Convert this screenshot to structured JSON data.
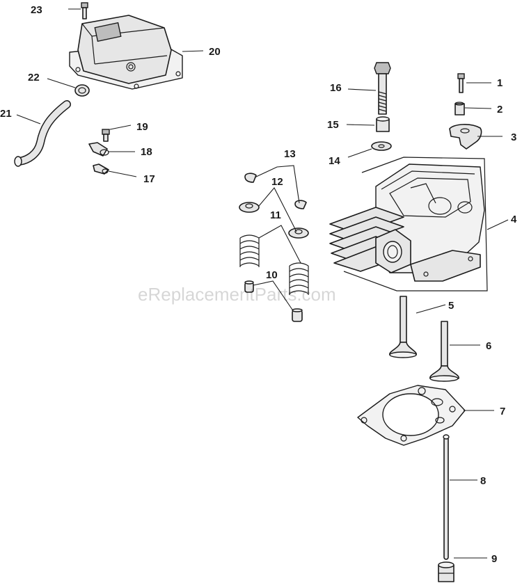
{
  "watermark": "eReplacementParts.com",
  "callouts": {
    "c1": "1",
    "c2": "2",
    "c3": "3",
    "c4": "4",
    "c5": "5",
    "c6": "6",
    "c7": "7",
    "c8": "8",
    "c9": "9",
    "c10": "10",
    "c11": "11",
    "c12": "12",
    "c13": "13",
    "c14": "14",
    "c15": "15",
    "c16": "16",
    "c17": "17",
    "c18": "18",
    "c19": "19",
    "c20": "20",
    "c21": "21",
    "c22": "22",
    "c23": "23"
  },
  "icons": {
    "valve_cover": "valve-cover-icon",
    "cylinder_head": "cylinder-head-icon",
    "head_gasket": "head-gasket-icon",
    "push_rod": "push-rod-icon",
    "lifter": "lifter-icon"
  }
}
